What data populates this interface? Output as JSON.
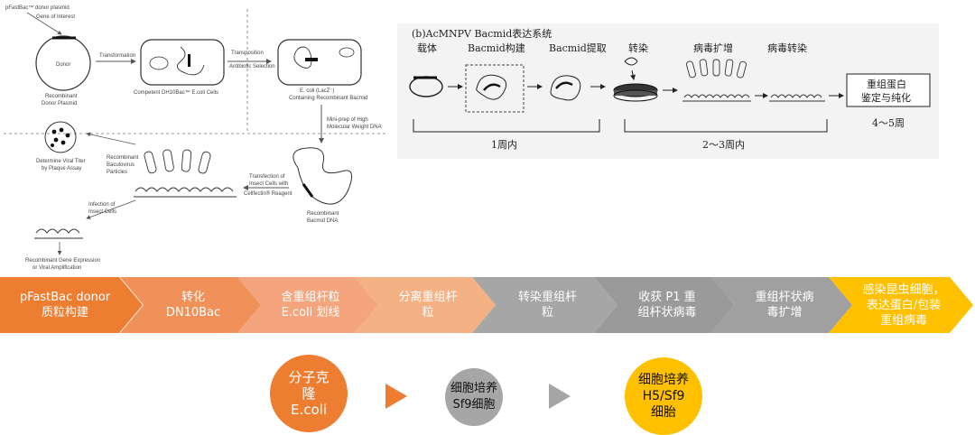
{
  "left_diagram": {
    "top_label": "pFastBac™ donor plasmid",
    "gene_label": "Gene of Interest",
    "donor_label": "Donor",
    "donor_caption": "Recombinant\nDonor Plasmid",
    "transformation_label": "Transformation",
    "competent_caption": "Competent DH10Bac™ E.coli Cells",
    "transposition_label": "Transposition\nAntibiotic Selection",
    "ecoli_caption": "E. coli (LacZ⁻)\nContaining Recombinant Bacmid",
    "miniprep_label": "Mini-prep of High\nMolecular Weight DNA",
    "bacmid_caption": "Recombinant\nBacmid DNA",
    "transfection_label": "Transfection of\nInsect Cells with\nCellfectin® Reagent",
    "baculovirus_caption": "Recombinant\nBaculovirus\nParticles",
    "titer_caption": "Determine Viral Titer\nby Plaque Assay",
    "infection_label": "Infection of\nInsect Cells",
    "expression_caption": "Recombinant Gene Expression\nor Viral Amplification"
  },
  "right_diagram": {
    "title": "(b)AcMNPV Bacmid表达系统",
    "steps": [
      "载体",
      "Bacmid构建",
      "Bacmid提取",
      "转染",
      "病毒扩增",
      "病毒转染"
    ],
    "result_box": "重组蛋白\n鉴定与纯化",
    "span1": "1周内",
    "span2": "2～3周内",
    "span3": "4～5周"
  },
  "flow_steps": [
    {
      "label": "pFastBac donor\n质粒构建",
      "color": "#ed7d31"
    },
    {
      "label": "转化\nDN10Bac",
      "color": "#f0915a"
    },
    {
      "label": "含重组杆粒\nE.coli 划线",
      "color": "#f4a57e"
    },
    {
      "label": "分离重组杆\n粒",
      "color": "#f4b183"
    },
    {
      "label": "转染重组杆\n粒",
      "color": "#a6a6a6"
    },
    {
      "label": "收获  P1  重\n组杆状病毒",
      "color": "#9a9a9a"
    },
    {
      "label": "重组杆状病\n毒扩增",
      "color": "#a0a0a0"
    },
    {
      "label": "感染昆虫细胞，\n表达蛋白/包装\n重组病毒",
      "color": "#ffc000"
    }
  ],
  "phases": [
    {
      "label": "分子克\n隆\nE.coli",
      "color": "#ed7d31"
    },
    {
      "label": "细胞培养\nSf9细胞",
      "color": "#a6a6a6"
    },
    {
      "label": "细胞培养\nH5/Sf9\n细胎",
      "color": "#ffc000"
    }
  ],
  "phase_arrow_colors": [
    "#ed7d31",
    "#a6a6a6"
  ]
}
